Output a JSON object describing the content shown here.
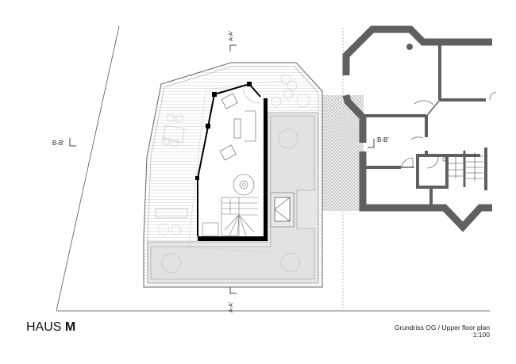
{
  "title": {
    "prefix": "HAUS",
    "name": "M"
  },
  "caption": {
    "line1": "Grundriss OG / Upper floor plan",
    "scale": "1:100"
  },
  "section_markers": {
    "aa_top": "A-A'",
    "aa_bottom": "A-A'",
    "bb_left": "B-B'",
    "bb_right": "B-B'"
  },
  "colors": {
    "existing_wall": "#5f5f5f",
    "new_wall": "#000000",
    "terrace_fill": "#e6e6e6",
    "hatch": "#bdbdbd",
    "line": "#777777"
  }
}
